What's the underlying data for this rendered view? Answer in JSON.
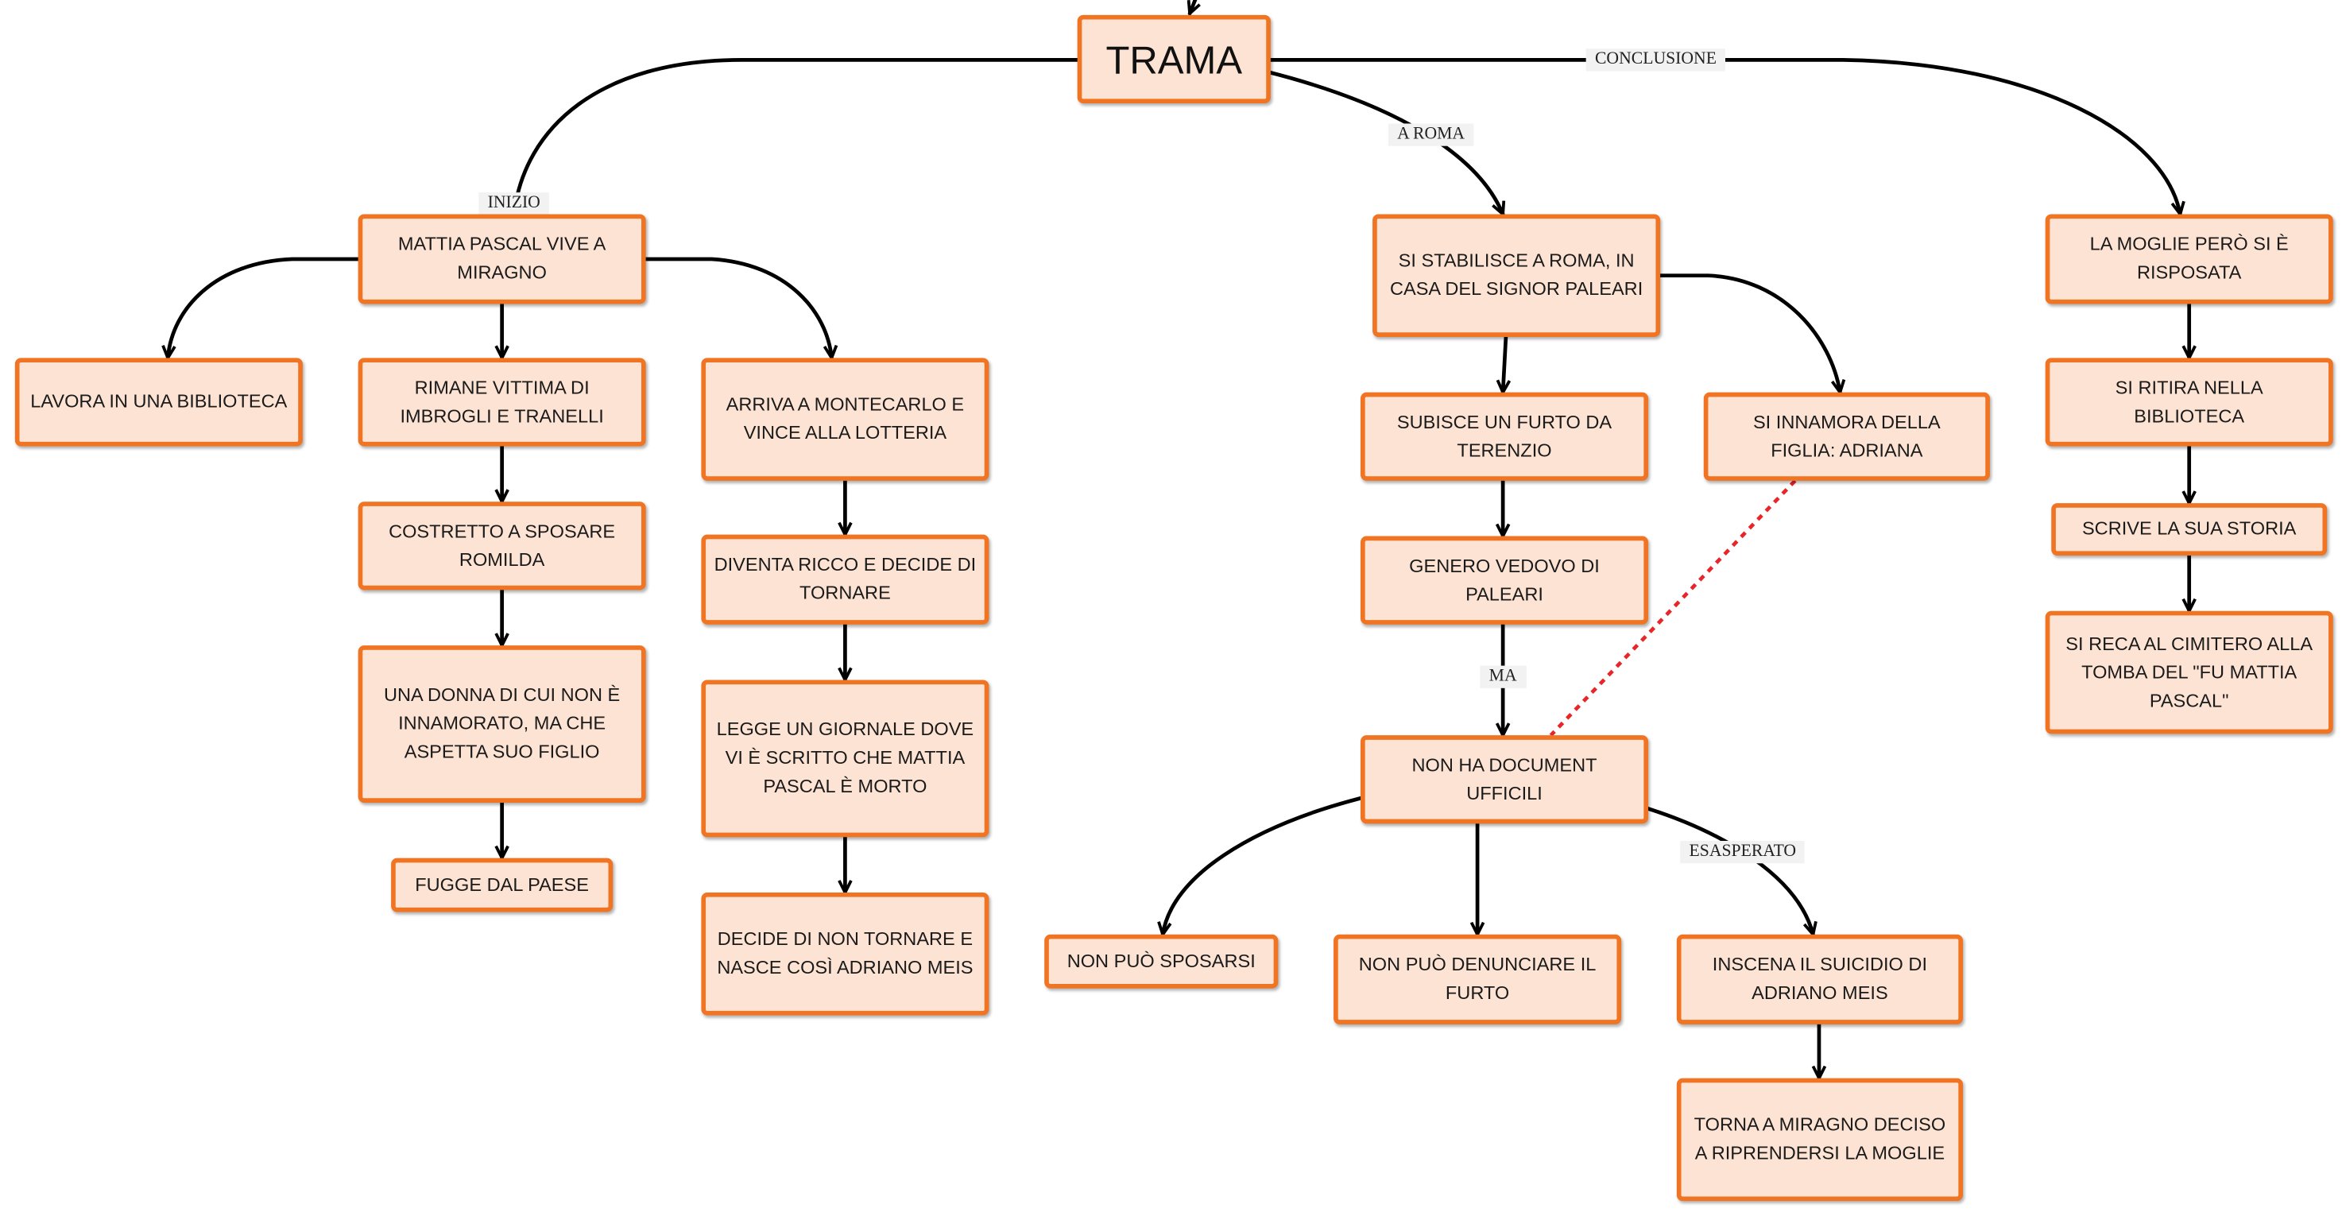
{
  "title": "TRAMA",
  "edge_labels": {
    "inizio": "INIZIO",
    "a_roma": "A ROMA",
    "conclusione": "CONCLUSIONE",
    "ma": "MA",
    "esasperato": "ESASPERATO"
  },
  "nodes": {
    "mattia_vive": {
      "lines": [
        "MATTIA PASCAL VIVE A",
        "MIRAGNO"
      ]
    },
    "lavora": {
      "lines": [
        "LAVORA IN UNA BIBLIOTECA"
      ]
    },
    "rimane": {
      "lines": [
        "RIMANE VITTIMA DI",
        "IMBROGLI E TRANELLI"
      ]
    },
    "arriva": {
      "lines": [
        "ARRIVA A MONTECARLO E",
        "VINCE ALLA LOTTERIA"
      ]
    },
    "costretto": {
      "lines": [
        "COSTRETTO A SPOSARE",
        "ROMILDA"
      ]
    },
    "donna": {
      "lines": [
        "UNA DONNA DI CUI NON È",
        "INNAMORATO, MA CHE",
        "ASPETTA SUO FIGLIO"
      ]
    },
    "fugge": {
      "lines": [
        "FUGGE DAL PAESE"
      ]
    },
    "diventa": {
      "lines": [
        "DIVENTA RICCO E DECIDE DI",
        "TORNARE"
      ]
    },
    "legge": {
      "lines": [
        "LEGGE UN GIORNALE DOVE",
        "VI È SCRITTO CHE MATTIA",
        "PASCAL È MORTO"
      ]
    },
    "decide": {
      "lines": [
        "DECIDE DI NON TORNARE E",
        "NASCE COSÌ ADRIANO MEIS"
      ]
    },
    "stabilisce": {
      "lines": [
        "SI STABILISCE A ROMA, IN",
        "CASA DEL SIGNOR PALEARI"
      ]
    },
    "subisce": {
      "lines": [
        "SUBISCE UN FURTO DA",
        "TERENZIO"
      ]
    },
    "innamora": {
      "lines": [
        "SI INNAMORA DELLA",
        "FIGLIA: ADRIANA"
      ]
    },
    "genero": {
      "lines": [
        "GENERO VEDOVO DI",
        "PALEARI"
      ]
    },
    "non_ha": {
      "lines": [
        "NON HA DOCUMENT",
        "UFFICILI"
      ]
    },
    "sposarsi": {
      "lines": [
        "NON PUÒ SPOSARSI"
      ]
    },
    "denunciare": {
      "lines": [
        "NON PUÒ DENUNCIARE IL",
        "FURTO"
      ]
    },
    "inscena": {
      "lines": [
        "INSCENA IL SUICIDIO DI",
        "ADRIANO MEIS"
      ]
    },
    "torna": {
      "lines": [
        "TORNA A MIRAGNO DECISO",
        "A RIPRENDERSI LA MOGLIE"
      ]
    },
    "moglie": {
      "lines": [
        "LA MOGLIE PERÒ SI È",
        "RISPOSATA"
      ]
    },
    "ritira": {
      "lines": [
        "SI RITIRA NELLA",
        "BIBLIOTECA"
      ]
    },
    "scrive": {
      "lines": [
        "SCRIVE LA SUA STORIA"
      ]
    },
    "cimitero": {
      "lines": [
        "SI RECA AL CIMITERO ALLA",
        "TOMBA DEL \"FU MATTIA",
        "PASCAL\""
      ]
    }
  },
  "colors": {
    "node_fill": "#FDE3D3",
    "node_border": "#F07422",
    "link": "#000000",
    "dashed_link": "#E8262A",
    "label_bg": "#F2F2F2"
  }
}
